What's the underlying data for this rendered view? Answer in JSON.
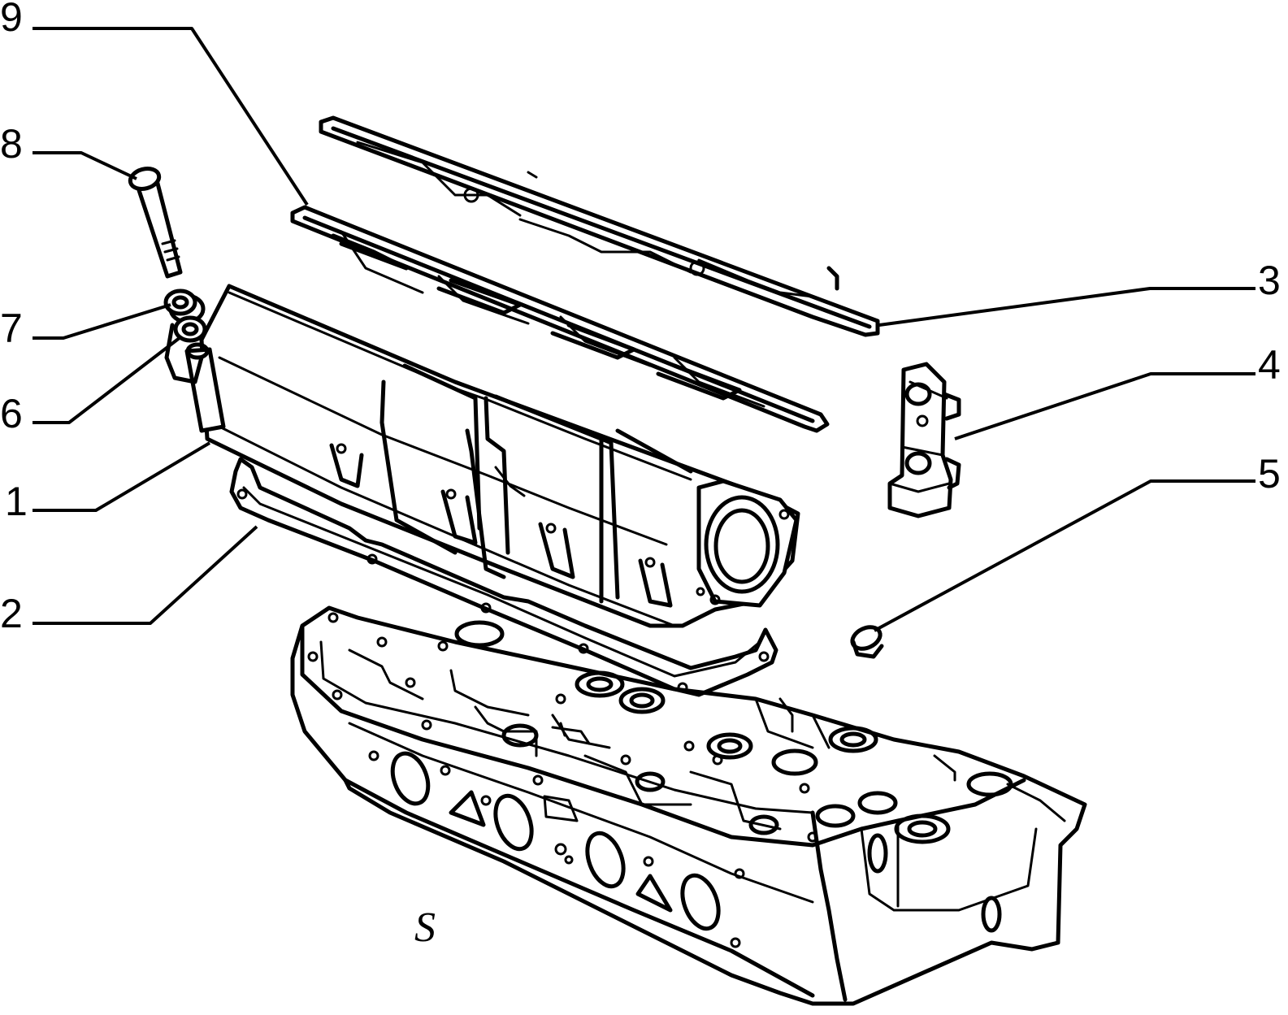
{
  "callouts": {
    "n1": "1",
    "n2": "2",
    "n3": "3",
    "n4": "4",
    "n5": "5",
    "n6": "6",
    "n7": "7",
    "n8": "8",
    "n9": "9"
  },
  "sheet_code": "S",
  "colors": {
    "ink": "#000000",
    "paper": "#ffffff"
  }
}
